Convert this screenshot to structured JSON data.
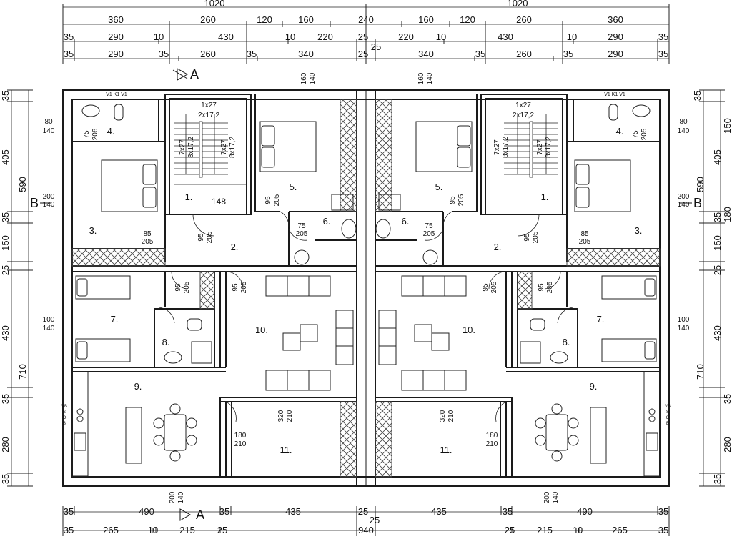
{
  "colors": {
    "ink": "#111111",
    "wall": "#1a1a1a",
    "hatch": "#444444",
    "paper": "#ffffff"
  },
  "section_markers": {
    "a": "A",
    "b": "B"
  },
  "dims": {
    "top1": [
      "1020",
      "1020"
    ],
    "top2": [
      "360",
      "260",
      "120",
      "160",
      "240",
      "160",
      "120",
      "260",
      "360"
    ],
    "top3": [
      "35",
      "290",
      "10",
      "430",
      "10",
      "220",
      "25",
      "220",
      "10",
      "430",
      "10",
      "290",
      "35"
    ],
    "top_mid": "25",
    "top4": [
      "35",
      "290",
      "35",
      "260",
      "35",
      "340",
      "25",
      "340",
      "35",
      "260",
      "35",
      "290",
      "35"
    ],
    "bot1": [
      "35",
      "490",
      "35",
      "435",
      "25",
      "435",
      "35",
      "490",
      "35"
    ],
    "bot_mid": "25",
    "bot2": [
      "35",
      "265",
      "10",
      "215",
      "25",
      "940",
      "25",
      "215",
      "10",
      "265",
      "35"
    ],
    "left1": [
      "35",
      "405",
      "35",
      "150",
      "25",
      "430",
      "35",
      "280",
      "35"
    ],
    "left2": [
      "590",
      "710"
    ],
    "right1": [
      "35",
      "405",
      "35",
      "150",
      "25",
      "430",
      "35",
      "280",
      "35"
    ],
    "right2": [
      "590",
      "710"
    ],
    "right_partial": [
      "150",
      "180",
      "25",
      "280"
    ]
  },
  "rooms_left": [
    "1.",
    "2.",
    "3.",
    "4.",
    "5.",
    "6.",
    "7.",
    "8.",
    "9.",
    "10.",
    "11."
  ],
  "rooms_right": [
    "1.",
    "2.",
    "3.",
    "4.",
    "5.",
    "6.",
    "7.",
    "8.",
    "9.",
    "10.",
    "11."
  ],
  "notes": {
    "stair_1x27": "1x27",
    "stair_2x172": "2x17,2",
    "stair_7x27": "7x27",
    "stair_8x172": "8x17,2",
    "stair_148": "148",
    "v_label": "V1 K1 V1",
    "kitchen_labels": [
      "VB",
      "S",
      "O",
      "B"
    ]
  },
  "openings": {
    "o_80_140": [
      "80",
      "140"
    ],
    "o_200_140": [
      "200",
      "140"
    ],
    "o_100_140": [
      "100",
      "140"
    ],
    "o_160_140": [
      "160",
      "140"
    ],
    "o_180_210": [
      "180",
      "210"
    ],
    "o_320_210": [
      "320",
      "210"
    ],
    "o_200_140_bottom": [
      "200",
      "140"
    ],
    "o_85_205": [
      "85",
      "205"
    ],
    "o_75_205": [
      "75",
      "205"
    ],
    "o_95_205": [
      "95",
      "205"
    ],
    "o_75_206": [
      "75",
      "206"
    ]
  }
}
